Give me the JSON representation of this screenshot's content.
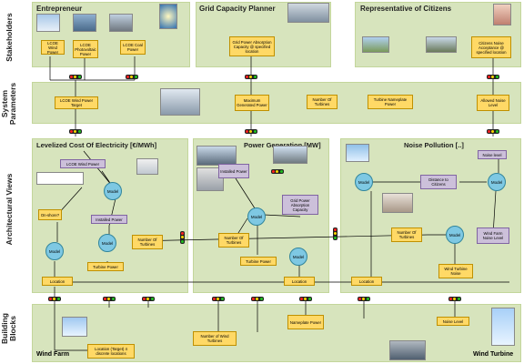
{
  "row_labels": {
    "stakeholders": "Stakeholders",
    "system_parameters": "System Parameters",
    "architectural_views": "Architectural Views",
    "building_blocks": "Building Blocks"
  },
  "stakeholders": {
    "entrepreneur": {
      "title": "Entrepreneur",
      "boxes": [
        "LCOE Wind Power",
        "LCOE Photovoltaic Power",
        "LCOE Coal Power"
      ]
    },
    "grid_planner": {
      "title": "Grid Capacity Planner",
      "box": "Grid Power Absorption Capacity @ specified location"
    },
    "citizens": {
      "title": "Representative of Citizens",
      "box": "Citizens Noise Acceptance @ specified location"
    }
  },
  "system_parameters": [
    "LCOE Wind Power Target",
    "Maximum Generated Power",
    "Number Of Turbines",
    "Turbine Nameplate Power",
    "Allowed Noise Level"
  ],
  "views": {
    "lcoe": {
      "title": "Levelized Cost Of Electricity [€/MWh]",
      "lcoe_wind": "LCOE Wind Power",
      "onshore": "On-shore?",
      "installed_power": "Installed Power",
      "turbine_power": "Turbine Power",
      "location": "Location",
      "number_of_turbines": "Number Of Turbines",
      "model": "Model"
    },
    "power": {
      "title": "Power Generation [MW]",
      "installed_power": "Installed Power",
      "grid_capacity": "Grid Power Absorption Capacity",
      "number_of_turbines": "Number Of Turbines",
      "turbine_power": "Turbine Power",
      "location": "Location",
      "model": "Model"
    },
    "noise": {
      "title": "Noise Pollution [..]",
      "noise_level": "Noise level",
      "distance": "Distance to Citizens",
      "number_of_turbines": "Number Of Turbines",
      "wind_farm_noise": "Wind Farm Noise Level",
      "turbine_noise": "Wind Turbine Noise",
      "location": "Location",
      "model": "Model"
    }
  },
  "building_blocks": {
    "wind_farm": "Wind Farm",
    "wind_turbine": "Wind Turbine",
    "location_target": "Location (Target) 4 discrete locations",
    "number_of_wind_turbines": "Number of Wind Turbines",
    "nameplate_power": "Nameplate Power",
    "noise_level": "Noise Level"
  }
}
